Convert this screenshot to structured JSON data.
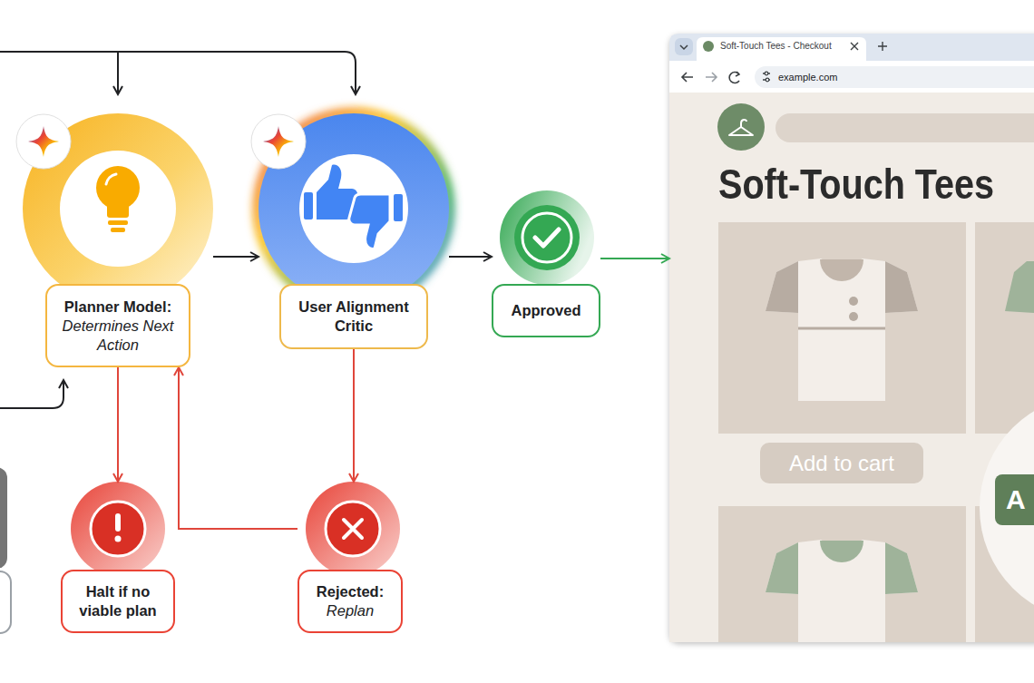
{
  "diagram": {
    "nodes": [
      {
        "text": [
          "Planner Model:",
          "Determines Next Action"
        ]
      },
      {
        "text": [
          "User Alignment Critic"
        ]
      },
      {
        "text": [
          "Approved"
        ]
      },
      {
        "text": [
          "Soft-Touch Tees - Checkout",
          "example.com",
          "Soft-Touch Tees",
          "Add to cart",
          "A"
        ]
      },
      {
        "text": [
          "Halt if no viable plan"
        ]
      },
      {
        "text": [
          "Rejected:",
          "Replan"
        ]
      }
    ],
    "edges": [
      {
        "from": 0,
        "to": 1,
        "arrow": "to"
      },
      {
        "from": 1,
        "to": 2,
        "arrow": "to"
      },
      {
        "from": 2,
        "to": 3,
        "arrow": "to"
      },
      {
        "from": 0,
        "to": 4,
        "arrow": "to"
      },
      {
        "from": 1,
        "to": 5,
        "arrow": "to"
      },
      {
        "from": 5,
        "to": 0,
        "arrow": "to"
      }
    ]
  }
}
